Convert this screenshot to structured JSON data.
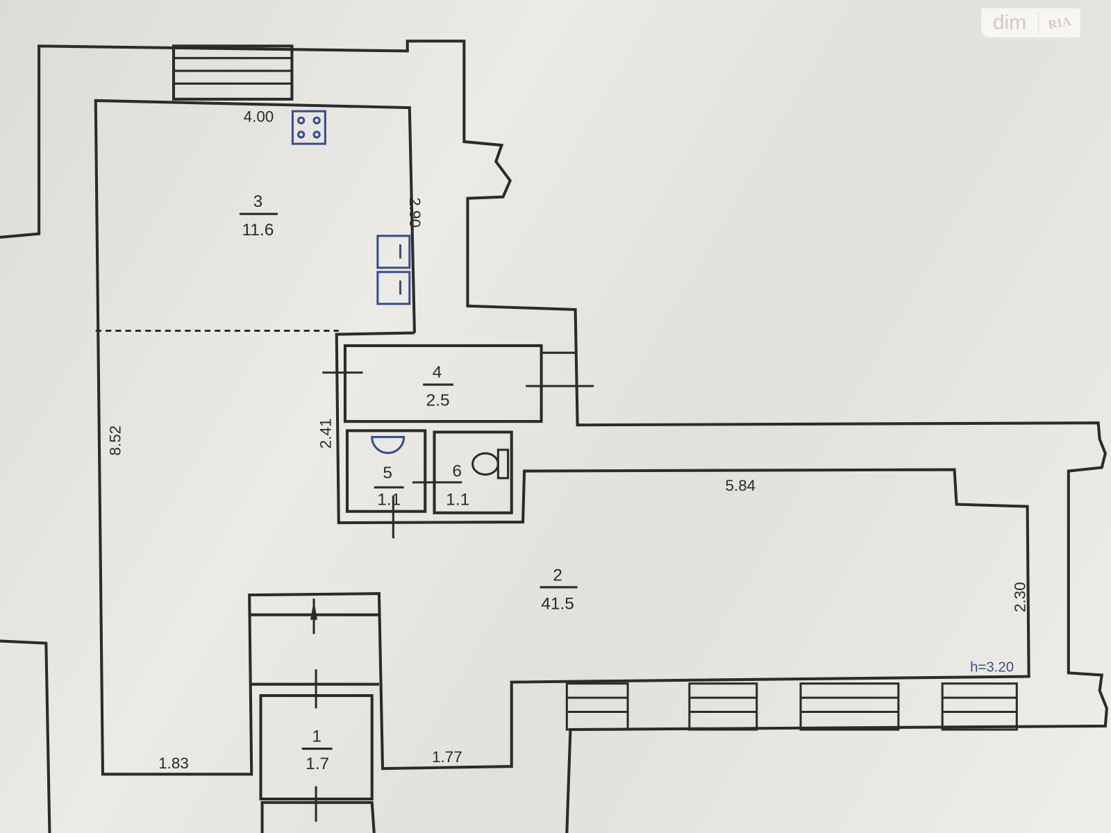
{
  "rooms": [
    {
      "number": "1",
      "area": "1.7"
    },
    {
      "number": "2",
      "area": "41.5"
    },
    {
      "number": "3",
      "area": "11.6"
    },
    {
      "number": "4",
      "area": "2.5"
    },
    {
      "number": "5",
      "area": "1.1"
    },
    {
      "number": "6",
      "area": "1.1"
    }
  ],
  "dimensions": {
    "d1": "4.00",
    "d2": "2.90",
    "d3": "8.52",
    "d4": "2.41",
    "d5": "5.84",
    "d6": "2.30",
    "d7": "1.83",
    "d8": "1.77"
  },
  "ceiling_height": "h=3.20",
  "logo": {
    "left": "dim",
    "right": "RIA"
  }
}
